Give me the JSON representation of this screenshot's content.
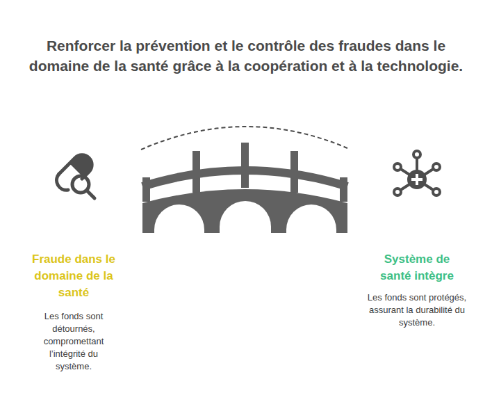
{
  "diagram": {
    "title": "Renforcer la prévention et le contrôle des fraudes dans le domaine de la santé grâce à la coopération et à la technologie.",
    "labels": [
      "Fraude dans le domaine de la santé",
      "Les fonds sont détournés, compromettant l’intégrité du système.",
      "Système de santé intègre",
      "Les fonds sont protégés, assurant la durabilité du système."
    ]
  }
}
